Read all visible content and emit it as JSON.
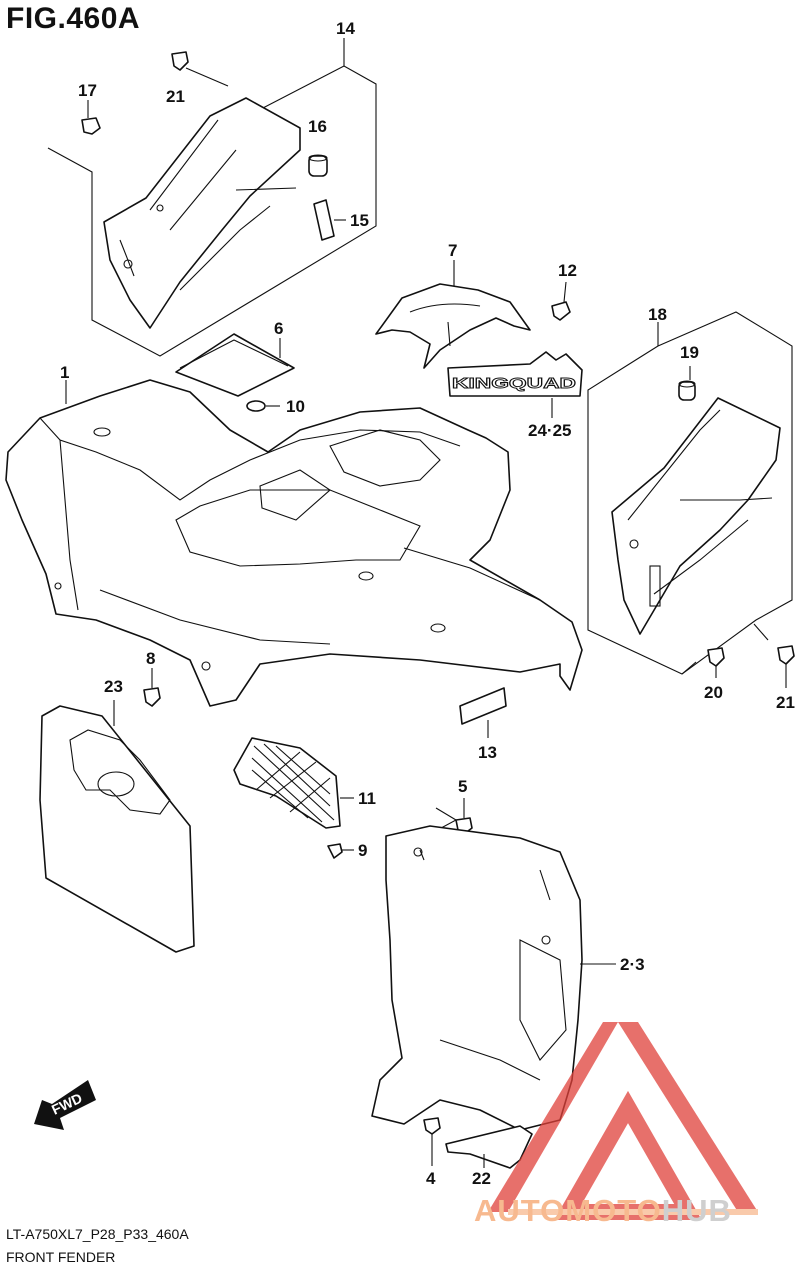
{
  "figure": {
    "title": "FIG.460A",
    "code": "LT-A750XL7_P28_P33_460A",
    "name": "FRONT FENDER"
  },
  "callouts": {
    "c1": "1",
    "c2_3": "2·3",
    "c4": "4",
    "c5": "5",
    "c6": "6",
    "c7": "7",
    "c8": "8",
    "c9": "9",
    "c10": "10",
    "c11": "11",
    "c12": "12",
    "c13": "13",
    "c14": "14",
    "c15": "15",
    "c16": "16",
    "c17": "17",
    "c18": "18",
    "c19": "19",
    "c20": "20",
    "c21a": "21",
    "c21b": "21",
    "c22": "22",
    "c23": "23",
    "c24_25": "24·25"
  },
  "emblem": {
    "text": "KINGQUAD"
  },
  "direction_arrow": {
    "label": "FWD"
  },
  "watermark": {
    "part1": "AUTOMOTO",
    "part2": "HUB",
    "color_main": "#e0413a",
    "color_light": "#f7b98f"
  }
}
